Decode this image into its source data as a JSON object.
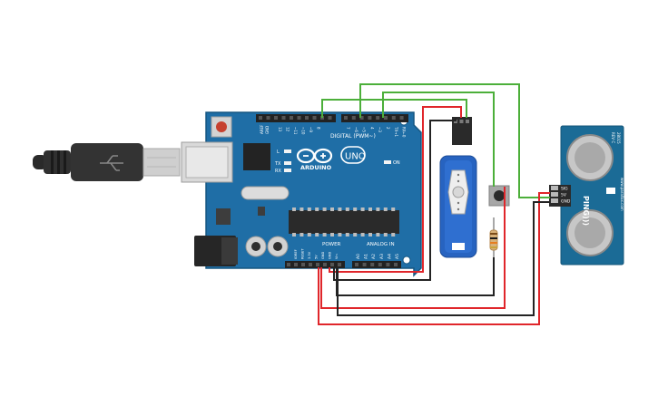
{
  "arduino": {
    "logo_text": "ARDUINO",
    "model_text": "UNO",
    "digital_label": "DIGITAL (PWM~)",
    "power_label": "POWER",
    "analog_label": "ANALOG IN",
    "on_label": "ON",
    "l_label": "L",
    "tx_label": "TX",
    "rx_label": "RX",
    "aref_label": "AREF",
    "gnd_label": "GND",
    "digital_pins": [
      "13",
      "12",
      "~11",
      "~10",
      "~9",
      "8",
      "7",
      "~6",
      "~5",
      "4",
      "~3",
      "2",
      "TX→1",
      "RX←0"
    ],
    "power_pins": [
      "IOREF",
      "RESET",
      "3.3V",
      "5V",
      "GND",
      "GND",
      "Vin"
    ],
    "analog_pins": [
      "A0",
      "A1",
      "A2",
      "A3",
      "A4",
      "A5"
    ],
    "board_color": "#1f6ea6",
    "header_color": "#222222"
  },
  "sensor": {
    "title": "PING)))",
    "pins": [
      "SIG",
      "5V",
      "GND"
    ],
    "top_text": "28015",
    "rev_text": "REV C",
    "site_text": "www.parallax.com",
    "board_color": "#1b6b96"
  },
  "servo": {
    "body_color": "#2763c0",
    "horn_color": "#eeeeee"
  },
  "wires": {
    "red": "#e0262b",
    "black": "#232323",
    "green": "#4caf3a"
  },
  "resistor": {
    "body_color": "#d8b27a"
  },
  "usb": {
    "cable_color": "#2a2a2a"
  }
}
